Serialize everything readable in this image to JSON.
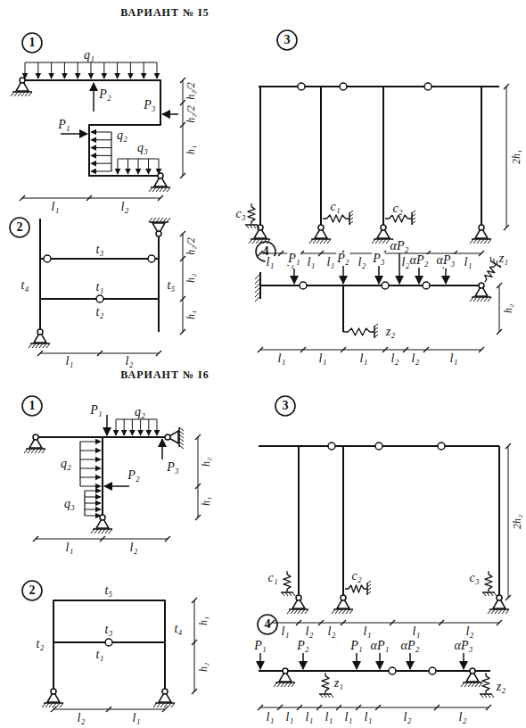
{
  "diagram": {
    "nodes": [
      {
        "text": [
          "1"
        ]
      },
      {
        "text": [
          "2"
        ]
      },
      {
        "text": [
          "3"
        ]
      },
      {
        "text": [
          "4"
        ]
      },
      {
        "text": [
          "1"
        ]
      },
      {
        "text": [
          "2"
        ]
      },
      {
        "text": [
          "3"
        ]
      },
      {
        "text": [
          "4"
        ]
      }
    ],
    "labels": [
      "ВАРИАНТ № I5",
      "q₁",
      "P₂",
      "P₃",
      "P₁",
      "q₂",
      "q₃",
      "h₂/2",
      "h₂/2",
      "h₁",
      "l₁",
      "l₂",
      "t₃",
      "t₁",
      "t₂",
      "t₄",
      "t₅",
      "h₂/2",
      "h₂",
      "h₁",
      "l₁",
      "l₂",
      "c₃",
      "c₁",
      "c₂",
      "2h₁",
      "l₁",
      "l₁",
      "l₁",
      "l₁",
      "l₂",
      "l₂",
      "l₁",
      "l₁",
      "P₁",
      "P₂",
      "P₃",
      "αP₂",
      "αP₂",
      "αP₃",
      "z₁",
      "z₂",
      "h₂",
      "l₁",
      "l₁",
      "l₁",
      "l₂",
      "l₂",
      "l₁",
      "ВАРИАНТ № I6",
      "P₁",
      "q₂",
      "P₃",
      "q₂",
      "P₂",
      "q₃",
      "h₂",
      "h₁",
      "l₁",
      "l₂",
      "t₅",
      "t₃",
      "t₁",
      "t₂",
      "t₄",
      "h₁",
      "h₂",
      "l₂",
      "l₁",
      "c₁",
      "c₂",
      "c₃",
      "2h₂",
      "l₁",
      "l₂",
      "l₂",
      "l₁",
      "l₁",
      "l₂",
      "P₁",
      "P₂",
      "P₁",
      "αP₁",
      "αP₂",
      "αP₃",
      "z₁",
      "z₂",
      "l₁",
      "l₁",
      "l₁",
      "l₁",
      "l₁",
      "l₁",
      "l₂",
      "l₂"
    ]
  }
}
